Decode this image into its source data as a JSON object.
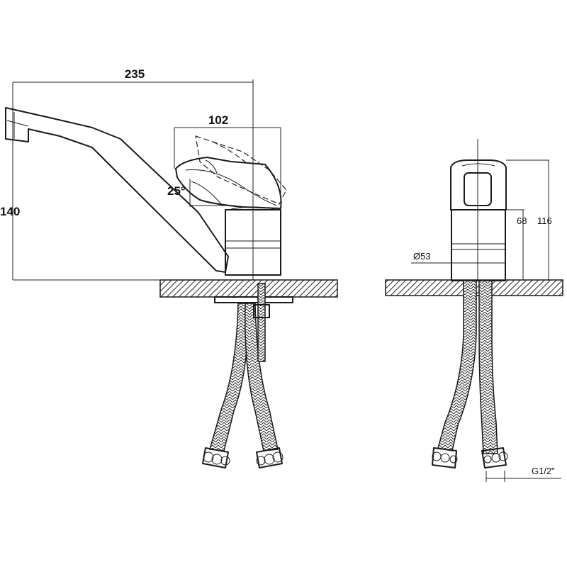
{
  "dimensions": {
    "length": "235",
    "handle_width": "102",
    "height": "140",
    "handle_angle": "25°",
    "body_height": "68",
    "total_height": "116",
    "body_diameter": "Ø53",
    "connection_thread": "G1/2\""
  }
}
